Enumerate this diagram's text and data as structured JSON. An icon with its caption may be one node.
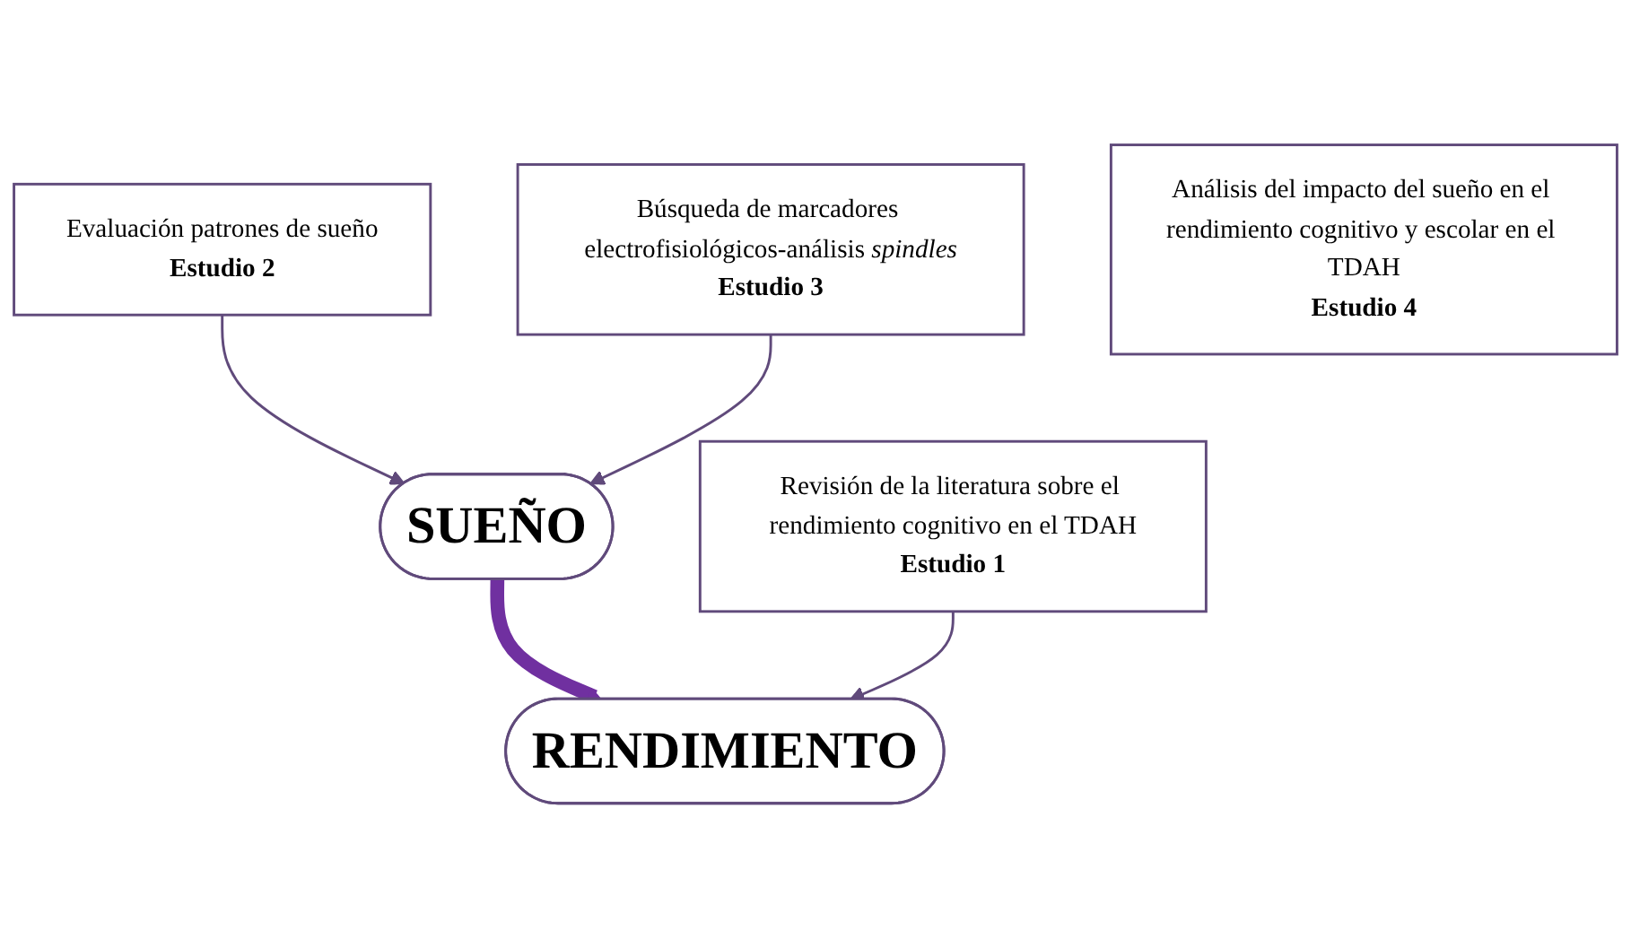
{
  "diagram": {
    "nodes": [
      {
        "text": [
          "Evaluación patrones de sueño",
          "Estudio 2"
        ]
      },
      {
        "text": [
          "Búsqueda de marcadores electrofisiológicos-análisis *spindles*",
          "Estudio 3"
        ]
      },
      {
        "text": [
          "SUEÑO"
        ]
      },
      {
        "text": [
          "Análisis del impacto del sueño en el rendimiento cognitivo y escolar en el TDAH",
          "Estudio 4"
        ]
      },
      {
        "text": [
          "RENDIMIENTO"
        ]
      },
      {
        "text": [
          "Revisión de la literatura sobre el rendimiento cognitivo en el TDAH",
          "Estudio 1"
        ]
      }
    ],
    "edges": [
      {
        "from": 0,
        "to": 2,
        "arrow": "to"
      },
      {
        "from": 1,
        "to": 2,
        "arrow": "to"
      },
      {
        "from": 2,
        "to": 4,
        "arrow": "to",
        "style": "thick"
      },
      {
        "from": 5,
        "to": 4,
        "arrow": "to"
      }
    ]
  }
}
